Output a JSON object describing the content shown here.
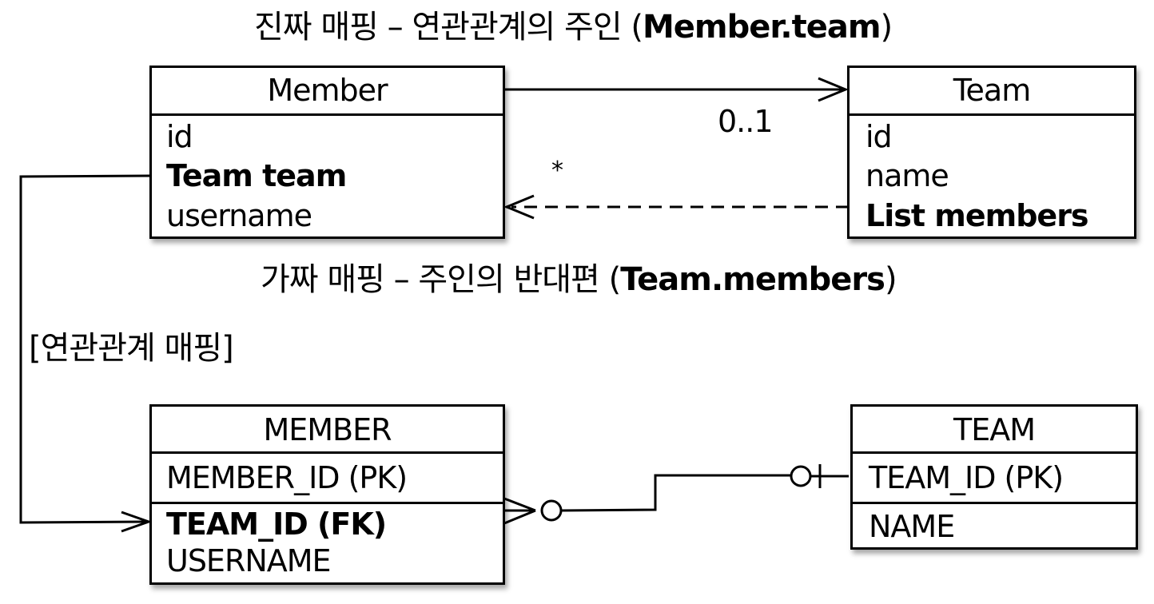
{
  "captions": {
    "owner_prefix": "진짜 매핑 – 연관관계의 주인 (",
    "owner_bold": "Member.team",
    "owner_suffix": ")",
    "inverse_prefix": "가짜 매핑 – 주인의 반대편 (",
    "inverse_bold": "Team.members",
    "inverse_suffix": ")",
    "mapping_label": "[연관관계 매핑]"
  },
  "object_model": {
    "member": {
      "name": "Member",
      "fields": [
        {
          "label": "id",
          "bold": false
        },
        {
          "label": "Team team",
          "bold": true
        },
        {
          "label": "username",
          "bold": false
        }
      ]
    },
    "team": {
      "name": "Team",
      "fields": [
        {
          "label": "id",
          "bold": false
        },
        {
          "label": "name",
          "bold": false
        },
        {
          "label": "List members",
          "bold": true
        }
      ]
    },
    "associations": {
      "member_to_team_multiplicity": "0..1",
      "team_to_member_multiplicity": "*"
    }
  },
  "table_model": {
    "member": {
      "name": "MEMBER",
      "pk": "MEMBER_ID (PK)",
      "fk": "TEAM_ID (FK)",
      "columns": [
        "USERNAME"
      ]
    },
    "team": {
      "name": "TEAM",
      "pk": "TEAM_ID (PK)",
      "columns": [
        "NAME"
      ]
    }
  }
}
